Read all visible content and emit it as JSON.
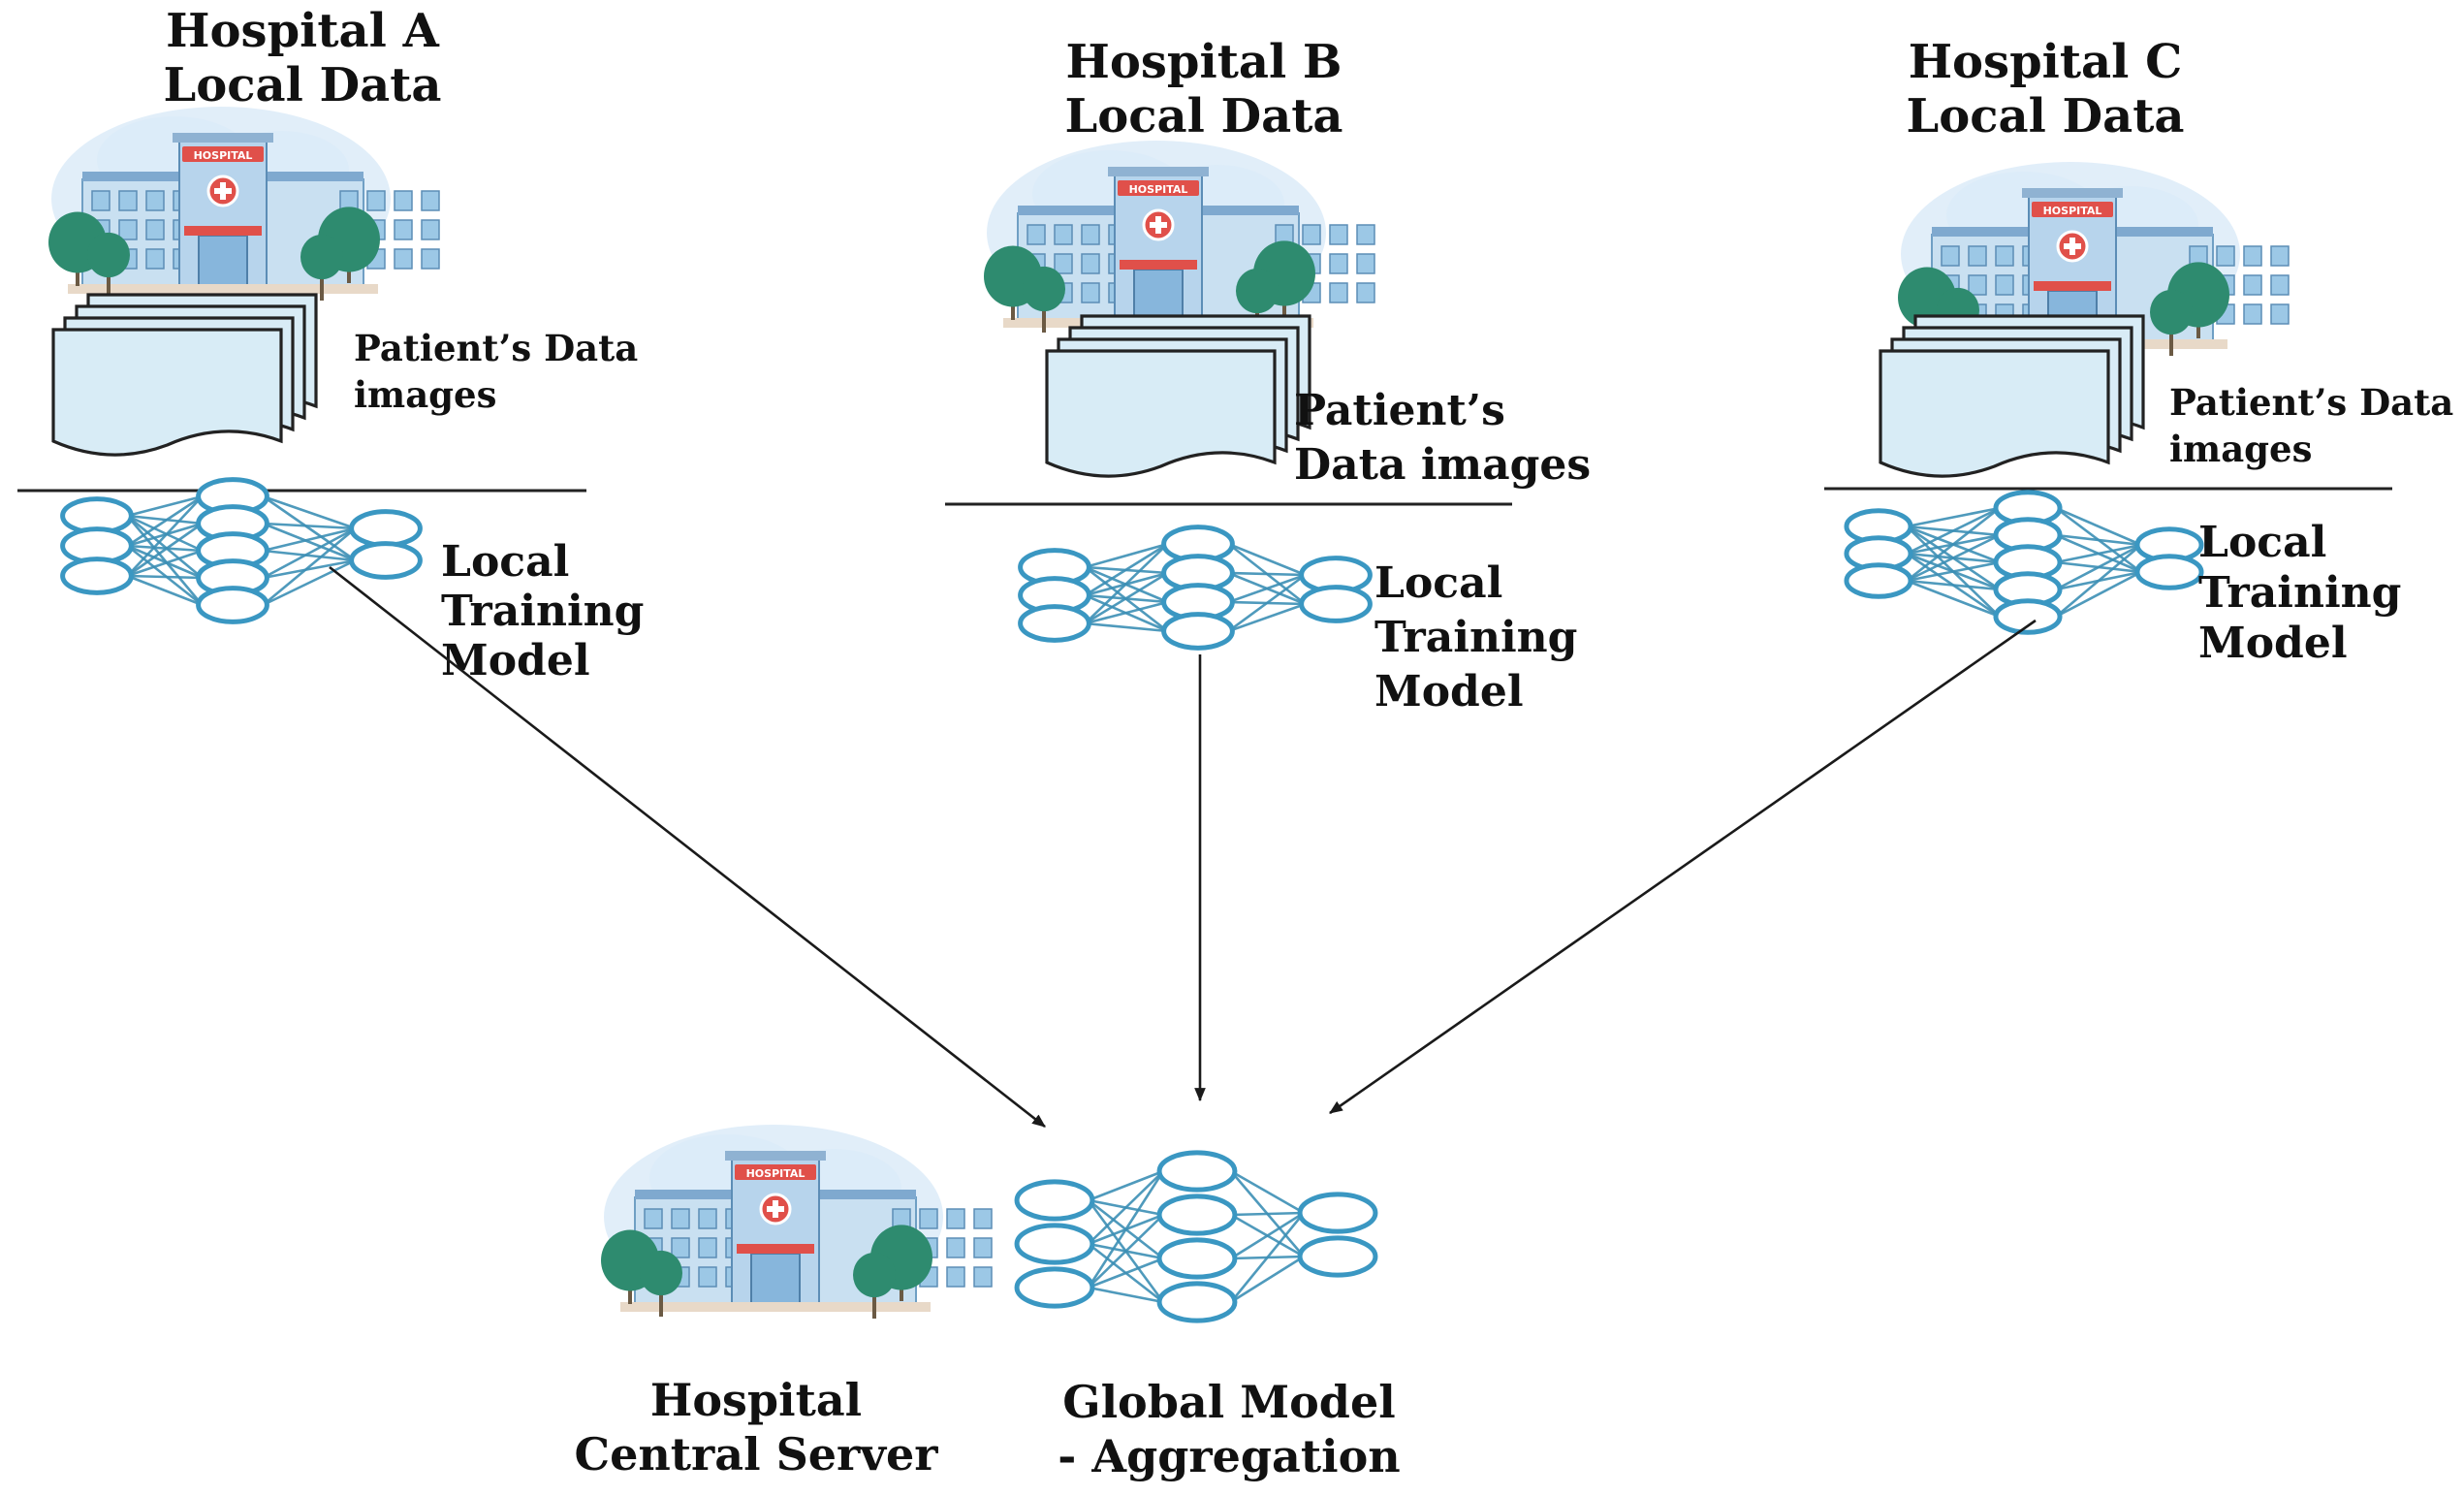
{
  "hospitals": [
    {
      "title_line1": "Hospital A",
      "title_line2": "Local Data",
      "data_line1": "Patient’s Data",
      "data_line2": "images",
      "model_line1": "Local",
      "model_line2": "Training",
      "model_line3": "Model"
    },
    {
      "title_line1": "Hospital B",
      "title_line2": "Local Data",
      "data_line1": "Patient’s",
      "data_line2": "Data images",
      "model_line1": "Local",
      "model_line2": "Training",
      "model_line3": "Model"
    },
    {
      "title_line1": "Hospital C",
      "title_line2": "Local Data",
      "data_line1": "Patient’s Data",
      "data_line2": "images",
      "model_line1": "Local",
      "model_line2": "Training",
      "model_line3": "Model"
    }
  ],
  "building_sign": "HOSPITAL",
  "central": {
    "line1": "Hospital",
    "line2": "Central Server"
  },
  "global": {
    "line1": "Global Model",
    "line2": "- Aggregation"
  },
  "colors": {
    "network_node": "#3a97c2",
    "document_fill": "#d8ecf6",
    "building_glass": "#9cc8e6",
    "sign_red": "#e0504a",
    "tree_green": "#2e8b6f",
    "sky_blob": "#dcebf8"
  },
  "icons": [
    "hospital-building-icon",
    "document-stack-icon",
    "neural-network-icon"
  ]
}
